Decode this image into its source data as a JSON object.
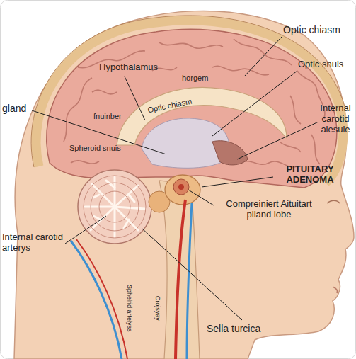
{
  "diagram": {
    "labels": [
      "Optic chiasm",
      "Hypothalamus",
      "horgem",
      "Optic snuis",
      "gland",
      "Optic chiasm",
      "fnuinber",
      "Internal carotid alesule",
      "Spheroid snuis",
      "PITUITARY ADENOMA",
      "Compreiniert Aituitart piland lobe",
      "Internal carotid arterys",
      "Sella turcica",
      "Sphelrid artelyss",
      "Crojsyay"
    ]
  }
}
